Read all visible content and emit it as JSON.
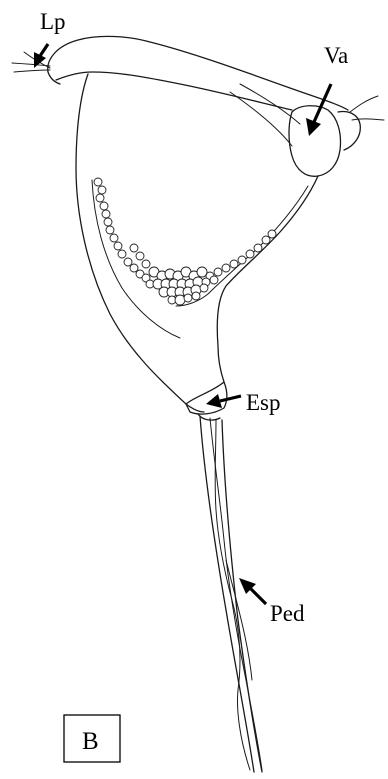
{
  "figure": {
    "panel_letter": "B",
    "labels": {
      "lp": "Lp",
      "va": "Va",
      "esp": "Esp",
      "ped": "Ped"
    }
  }
}
